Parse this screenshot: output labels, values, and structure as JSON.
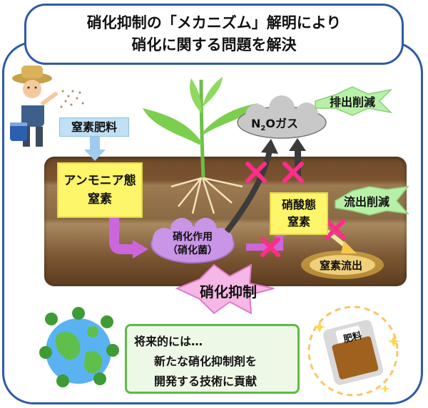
{
  "title": {
    "line1": "硝化抑制の「メカニズム」解明により",
    "line2": "硝化に関する問題を解決"
  },
  "labels": {
    "nitrogen_fertilizer": "窒素肥料",
    "ammonium_line1": "アンモニア態",
    "ammonium_line2": "窒素",
    "nitrification_line1": "硝化作用",
    "nitrification_line2": "（硝化菌）",
    "nitrate_line1": "硝酸態",
    "nitrate_line2": "窒素",
    "n2o_prefix": "N",
    "n2o_subscript": "2",
    "n2o_suffix": "Oガス",
    "emission_reduction": "排出削減",
    "runoff_reduction": "流出削減",
    "nitrogen_runoff": "窒素流出",
    "nitrification_inhibition": "硝化抑制",
    "fertilizer_bag": "肥料"
  },
  "future": {
    "line1": "将来的には…",
    "line2": "新たな硝化抑制剤を",
    "line3": "開発する技術に貢献"
  },
  "colors": {
    "frame_blue": "#2e5aa8",
    "yellow_box": "#fdf56a",
    "light_blue": "#bfe0f5",
    "purple": "#cc66dd",
    "pink_star": "#f5b8e6",
    "green_star": "#b8f0a8",
    "cross_pink": "#ff2d8a",
    "gas_cloud": "#c8c8c8",
    "soil_brown": "#8a6a44",
    "bubble_green": "#5dbb46"
  },
  "icons": [
    "farmer-icon",
    "sprout-icon",
    "globe-icon",
    "fertilizer-bag-icon",
    "cross-mark-icon",
    "arrow-icon"
  ]
}
